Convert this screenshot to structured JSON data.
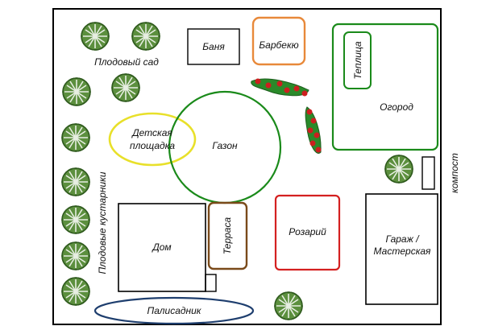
{
  "plan": {
    "labels": {
      "orchard": "Плодовый сад",
      "bathhouse": "Баня",
      "bbq": "Барбекю",
      "greenhouse": "Теплица",
      "vegetable_garden": "Огород",
      "playground_line1": "Детская",
      "playground_line2": "площадка",
      "lawn": "Газон",
      "house": "Дом",
      "terrace": "Терраса",
      "rosarium": "Розарий",
      "garage_line1": "Гараж /",
      "garage_line2": "Мастерская",
      "compost": "компост",
      "fruit_shrubs": "Плодовые кустарники",
      "front_garden": "Палисадник"
    },
    "colors": {
      "border": "#000000",
      "bbq": "#e8893a",
      "green_zone": "#1a8a1a",
      "lawn": "#1a8a1a",
      "playground": "#e8e02a",
      "terrace": "#7a4a1a",
      "rosarium": "#d42020",
      "front_garden": "#1e3e6e",
      "tree_fill": "#5c8f3e",
      "rose_leaf": "#2a8a2a",
      "rose_flower": "#cc1f1f"
    },
    "icons": {
      "tree": "tree-icon",
      "rose_bush": "rose-bush-icon"
    }
  }
}
